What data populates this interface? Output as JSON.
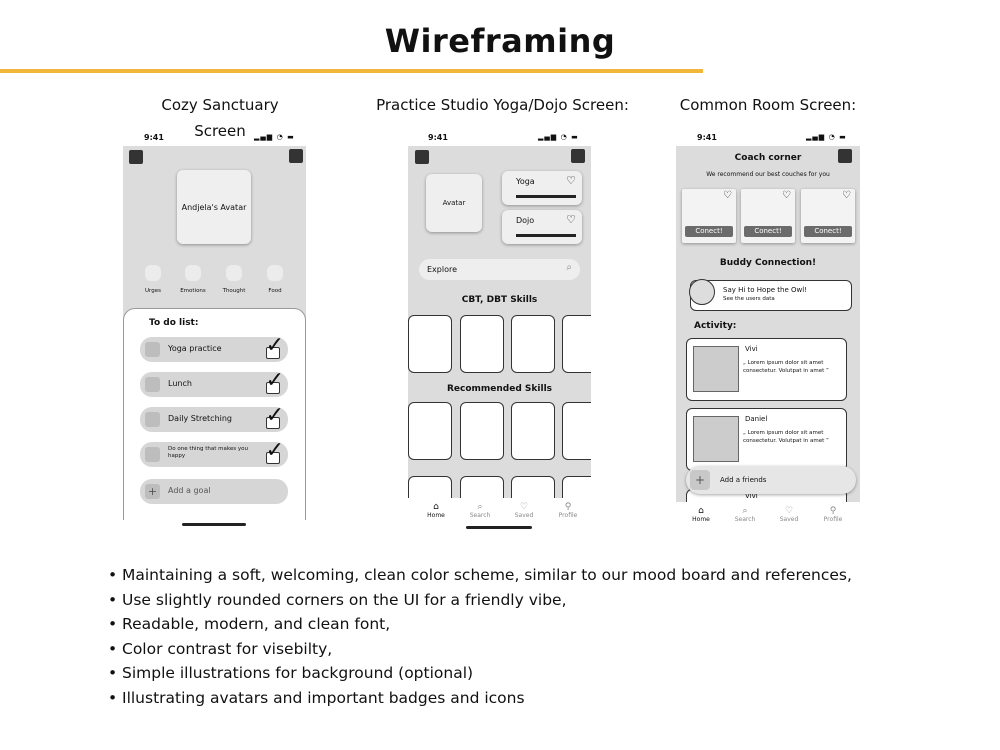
{
  "title": "Wireframing",
  "captions": {
    "cozy_line1": "Cozy Sanctuary",
    "cozy_line2": "Screen",
    "studio": "Practice Studio Yoga/Dojo Screen:",
    "common": "Common Room Screen:"
  },
  "status_time": "9:41",
  "cozy": {
    "avatar": "Andjela's Avatar",
    "categories": [
      "Urges",
      "Emotions",
      "Thought",
      "Food"
    ],
    "todo_title": "To do list:",
    "todos": [
      "Yoga practice",
      "Lunch",
      "Daily Stretching",
      "Do one thing that makes you happy"
    ],
    "add_goal": "Add a goal"
  },
  "studio": {
    "avatar": "Avatar",
    "yoga": "Yoga",
    "dojo": "Dojo",
    "explore": "Explore",
    "cbt_title": "CBT, DBT Skills",
    "rec_title": "Recommended Skills",
    "nav": [
      "Home",
      "Search",
      "Saved",
      "Profile"
    ]
  },
  "common": {
    "coach_title": "Coach corner",
    "coach_sub": "We recommend our best couches for you",
    "connect": "Conect!",
    "buddy_title": "Buddy Connection!",
    "buddy_line1": "Say Hi to Hope the Owl!",
    "buddy_line2": "See the users data",
    "activity": "Activity:",
    "act1_name": "Vivi",
    "act1_text": "„ Lorem ipsum dolor sit amet consectetur. Volutpat in amet ”",
    "act2_name": "Daniel",
    "act2_text": "„ Lorem ipsum dolor sit amet consectetur. Volutpat in amet ”",
    "add_friends": "Add a friends",
    "peek_name": "Vivi",
    "nav": [
      "Home",
      "Search",
      "Saved",
      "Profile"
    ]
  },
  "bullets": [
    "Maintaining a soft, welcoming, clean color scheme, similar to our mood board and references,",
    "Use slightly rounded corners on the UI for a friendly vibe,",
    "Readable, modern, and clean font,",
    "Color contrast for visebilty,",
    "Simple illustrations for background (optional)",
    "Illustrating avatars and important badges and icons"
  ],
  "colors": {
    "accent": "#f1b73a",
    "phone_bg": "#dcdcdc"
  }
}
